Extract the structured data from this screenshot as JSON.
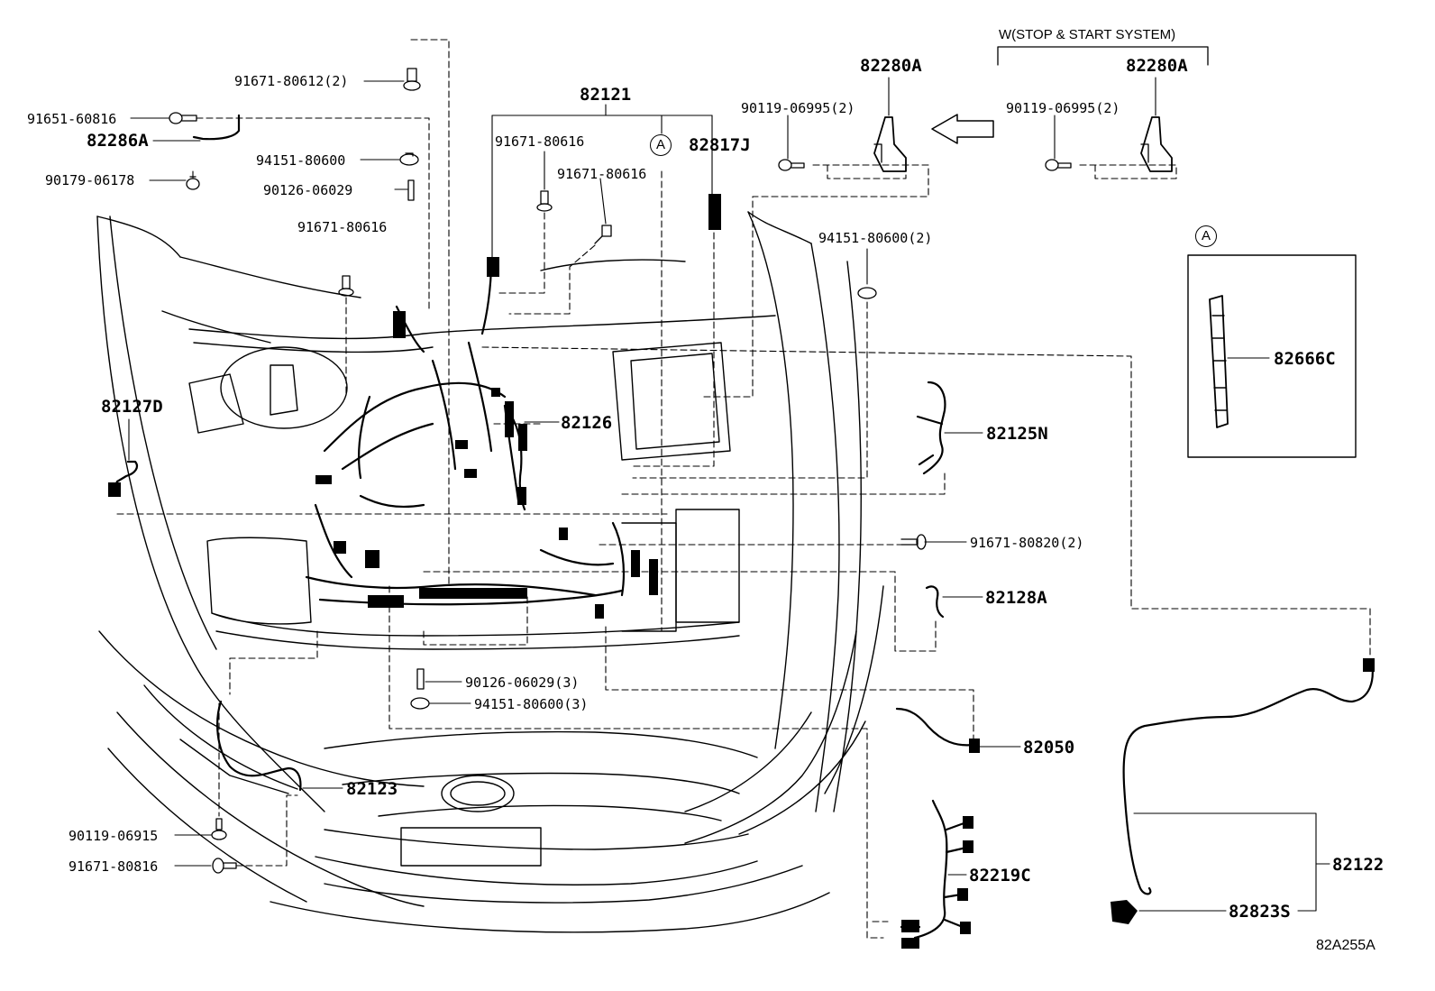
{
  "diagram_id": "82A255A",
  "variant_header": "W(STOP & START SYSTEM)",
  "callout_a": "A",
  "labels": {
    "p91671_80612": "91671-80612(2)",
    "p91651_60816": "91651-60816",
    "p82286A": "82286A",
    "p90179_06178": "90179-06178",
    "p94151_80600_a": "94151-80600",
    "p90126_06029_a": "90126-06029",
    "p91671_80616_a": "91671-80616",
    "p82121": "82121",
    "p91671_80616_b": "91671-80616",
    "p91671_80616_c": "91671-80616",
    "p82817J": "82817J",
    "p90119_06995_a": "90119-06995(2)",
    "p82280A_a": "82280A",
    "p90119_06995_b": "90119-06995(2)",
    "p82280A_b": "82280A",
    "p94151_80600_2": "94151-80600(2)",
    "p82666C": "82666C",
    "p82127D": "82127D",
    "p82126": "82126",
    "p82125N": "82125N",
    "p91671_80820": "91671-80820(2)",
    "p82128A": "82128A",
    "p90126_06029_3": "90126-06029(3)",
    "p94151_80600_3": "94151-80600(3)",
    "p82050": "82050",
    "p82123": "82123",
    "p90119_06915": "90119-06915",
    "p91671_80816": "91671-80816",
    "p82219C": "82219C",
    "p82122": "82122",
    "p82823S": "82823S"
  }
}
